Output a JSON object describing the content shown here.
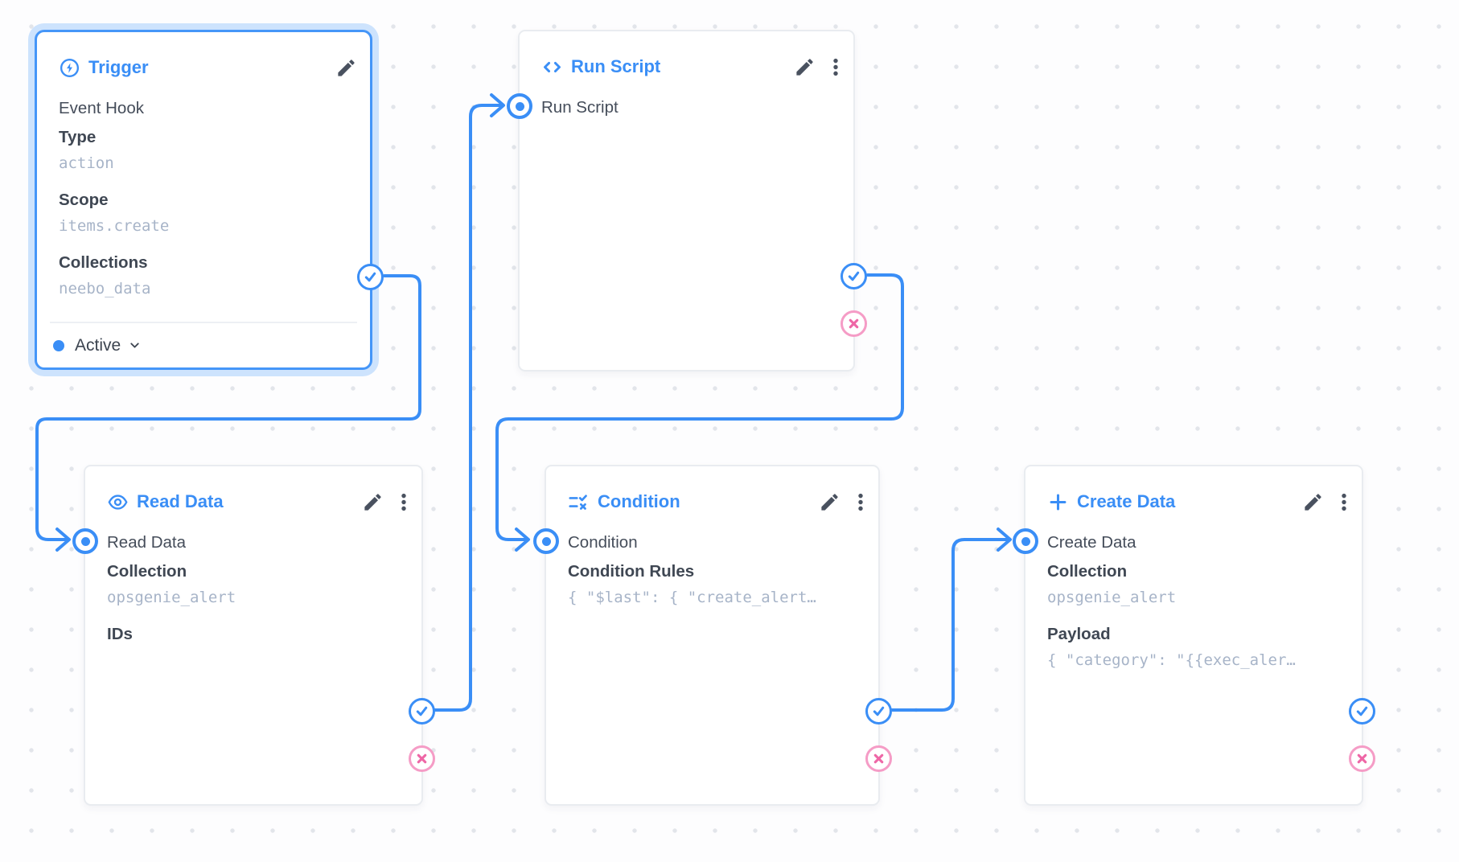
{
  "app": {
    "view": "flow-editor"
  },
  "colors": {
    "primary_blue": "#3a8ef6",
    "selected_border": "#4596f8",
    "selection_glow": "#cde3fd",
    "reject_pink": "#ee67a6",
    "reject_ring": "#f59cc6",
    "label_text": "#3f4753",
    "value_text": "#454d5a",
    "mono_text": "#a7b4c8",
    "card_border": "#e9ecf0",
    "grid_dot": "#e2e5ea"
  },
  "nodes": [
    {
      "id": "trigger",
      "title": "Trigger",
      "icon": "bolt-circle-icon",
      "selected": true,
      "trigger_type": "Event Hook",
      "fields": [
        {
          "label": "Type",
          "value": "action"
        },
        {
          "label": "Scope",
          "value": "items.create"
        },
        {
          "label": "Collections",
          "value": "neebo_data"
        }
      ],
      "status": {
        "label": "Active",
        "dot_color": "#3a8ef6"
      },
      "ports": {
        "outputs": [
          "resolve"
        ]
      }
    },
    {
      "id": "run_script",
      "title": "Run Script",
      "icon": "code-icon",
      "input_label": "Run Script",
      "fields": [],
      "ports": {
        "input": true,
        "outputs": [
          "resolve",
          "reject"
        ]
      }
    },
    {
      "id": "read_data",
      "title": "Read Data",
      "icon": "eye-icon",
      "input_label": "Read Data",
      "fields": [
        {
          "label": "Collection",
          "value": "opsgenie_alert"
        },
        {
          "label": "IDs",
          "value": ""
        }
      ],
      "ports": {
        "input": true,
        "outputs": [
          "resolve",
          "reject"
        ]
      }
    },
    {
      "id": "condition",
      "title": "Condition",
      "icon": "rule-icon",
      "input_label": "Condition",
      "fields": [
        {
          "label": "Condition Rules",
          "value": "{ \"$last\": { \"create_alert…"
        }
      ],
      "ports": {
        "input": true,
        "outputs": [
          "resolve",
          "reject"
        ]
      }
    },
    {
      "id": "create_data",
      "title": "Create Data",
      "icon": "plus-icon",
      "input_label": "Create Data",
      "fields": [
        {
          "label": "Collection",
          "value": "opsgenie_alert"
        },
        {
          "label": "Payload",
          "value": "{ \"category\": \"{{exec_aler…"
        }
      ],
      "ports": {
        "input": true,
        "outputs": [
          "resolve",
          "reject"
        ]
      }
    }
  ],
  "connections": [
    {
      "from": "trigger.resolve",
      "to": "read_data.input"
    },
    {
      "from": "read_data.resolve",
      "to": "run_script.input"
    },
    {
      "from": "run_script.resolve",
      "to": "condition.input"
    },
    {
      "from": "condition.resolve",
      "to": "create_data.input"
    }
  ]
}
